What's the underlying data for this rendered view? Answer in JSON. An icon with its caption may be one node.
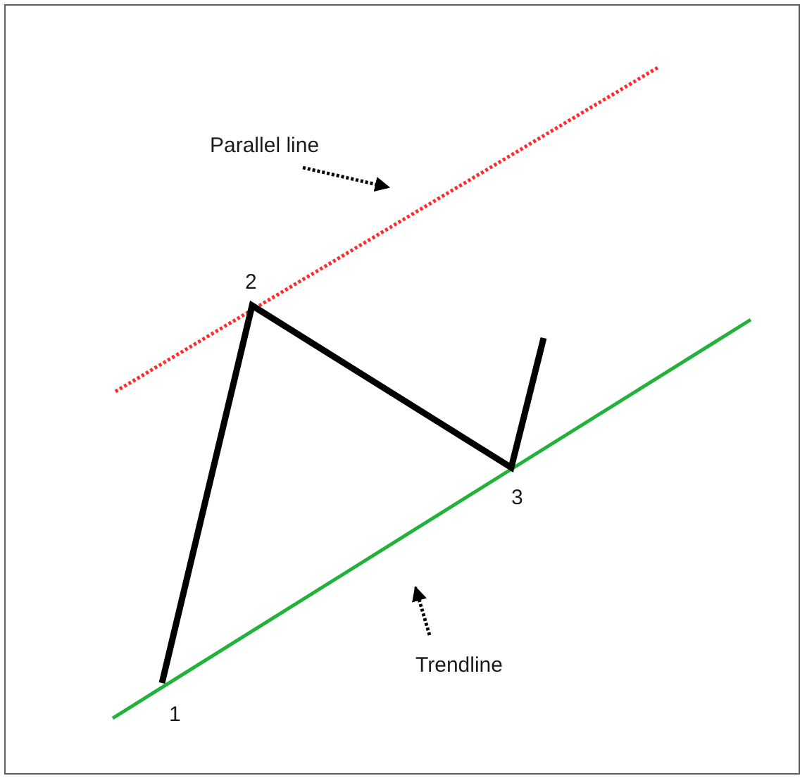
{
  "diagram": {
    "nodes": [
      {
        "text": [
          "Parallel line"
        ]
      },
      {
        "text": [
          "Trendline"
        ]
      }
    ],
    "edges": [
      {
        "from": 0,
        "to": null,
        "arrow": "to",
        "style": "dashed"
      },
      {
        "from": 1,
        "to": null,
        "arrow": "to",
        "style": "dashed"
      }
    ],
    "labels": [
      "2",
      "3",
      "1"
    ]
  }
}
